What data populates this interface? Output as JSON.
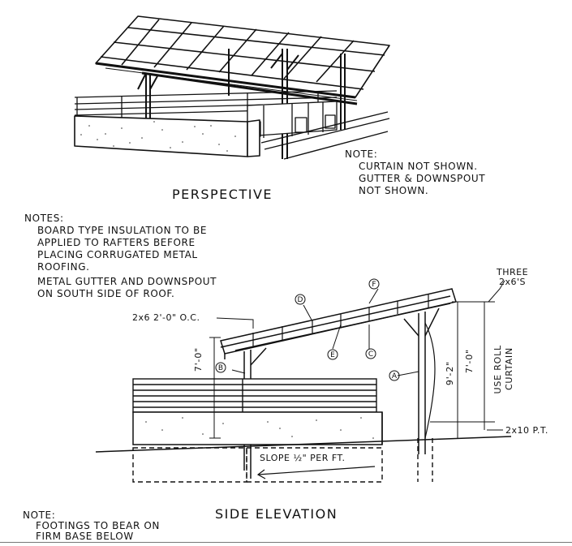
{
  "perspective": {
    "title": "PERSPECTIVE",
    "note_heading": "NOTE:",
    "note_lines": [
      "CURTAIN NOT SHOWN.",
      "GUTTER & DOWNSPOUT",
      "NOT SHOWN."
    ]
  },
  "notes": {
    "heading": "NOTES:",
    "lines": [
      "BOARD TYPE INSULATION TO BE",
      "APPLIED TO RAFTERS BEFORE",
      "PLACING CORRUGATED METAL",
      "ROOFING.",
      "METAL GUTTER AND DOWNSPOUT",
      "ON SOUTH SIDE OF ROOF."
    ]
  },
  "elevation": {
    "title": "SIDE ELEVATION",
    "rafter_spacing": "2x6 2'-0\" O.C.",
    "three_2x6": [
      "THREE",
      "2x6'S"
    ],
    "dim_left": "7'-0\"",
    "dim_mid": "9'-2\"",
    "dim_right": "7'-0\"",
    "curtain_label": [
      "USE ROLL",
      "CURTAIN"
    ],
    "base_label": "2x10 P.T.",
    "slope": "SLOPE ½\" PER FT.",
    "callouts": [
      "A",
      "B",
      "C",
      "D",
      "E",
      "F"
    ]
  },
  "footing_note": {
    "heading": "NOTE:",
    "lines": [
      "FOOTINGS TO BEAR ON",
      "FIRM BASE BELOW"
    ]
  }
}
